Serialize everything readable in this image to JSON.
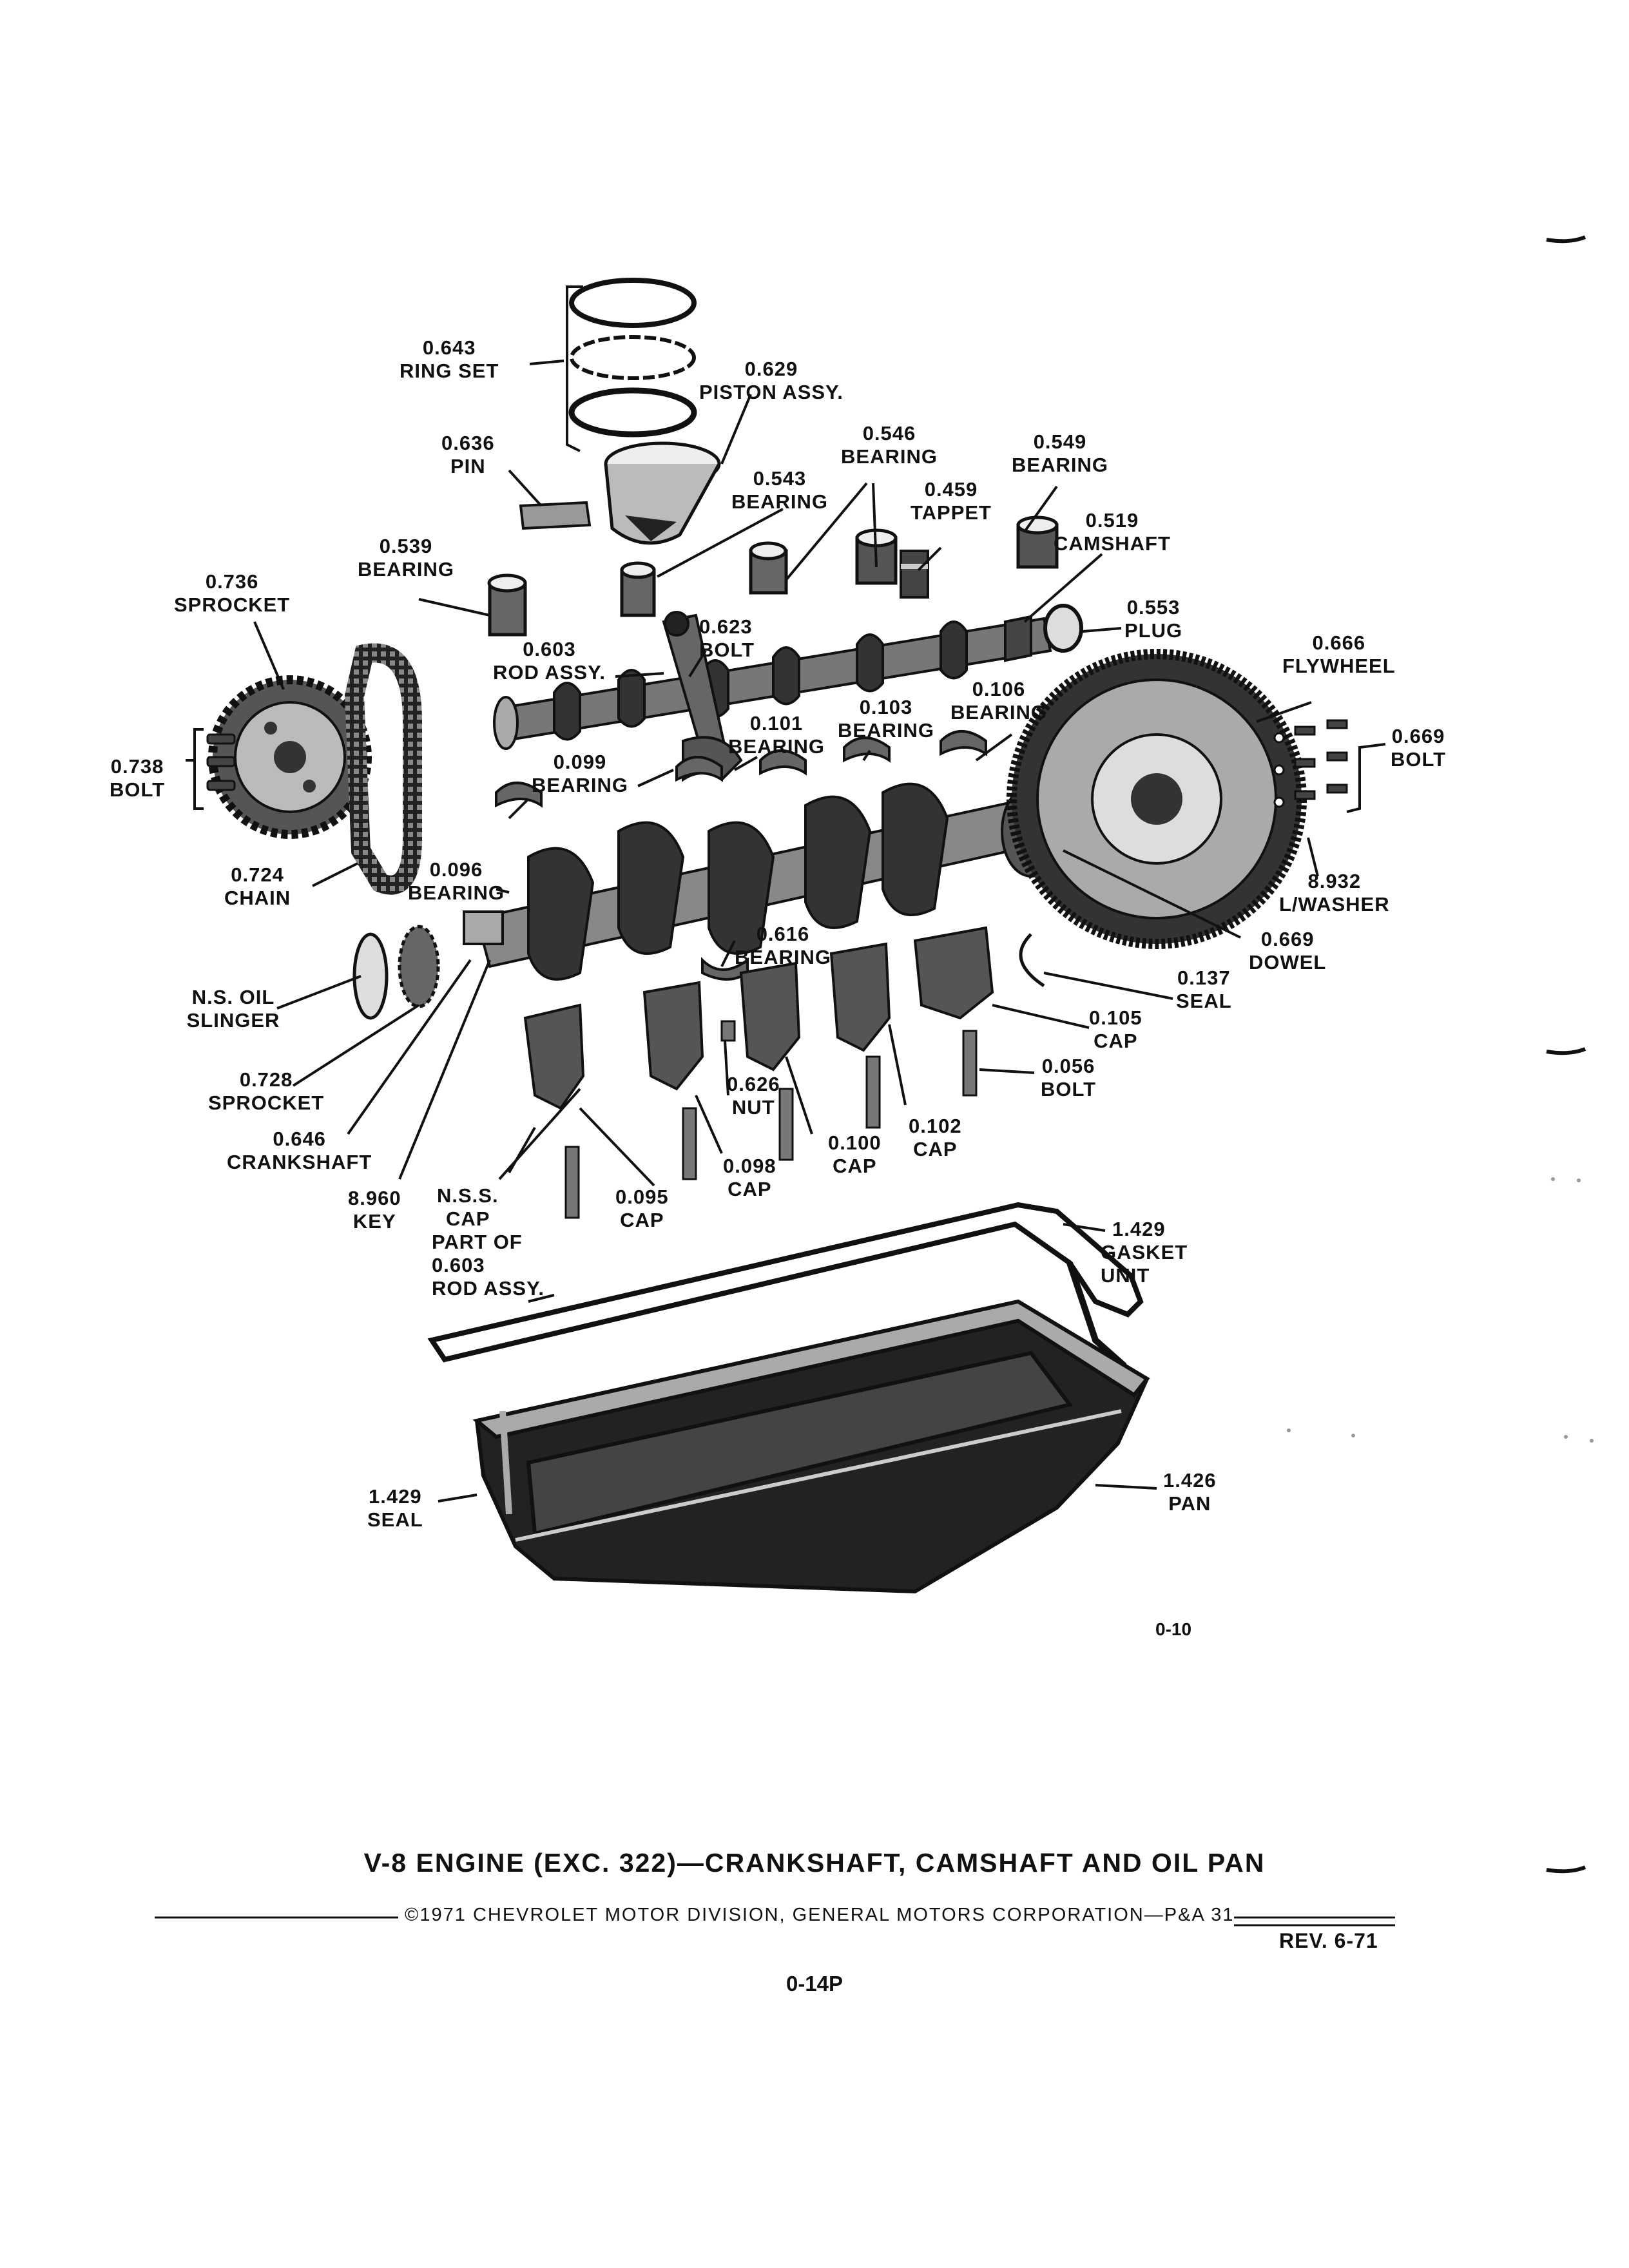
{
  "figure_id": "0-10",
  "title": "V-8 ENGINE (EXC. 322)—CRANKSHAFT, CAMSHAFT AND OIL PAN",
  "copyright": "©1971 CHEVROLET MOTOR DIVISION, GENERAL MOTORS CORPORATION—P&A 31",
  "revision": "REV. 6-71",
  "page_number": "0-14P",
  "parts": {
    "ring_set": {
      "number": "0.643",
      "name": "RING SET"
    },
    "piston_assy": {
      "number": "0.629",
      "name": "PISTON ASSY."
    },
    "pin": {
      "number": "0.636",
      "name": "PIN"
    },
    "bearing_546": {
      "number": "0.546",
      "name": "BEARING"
    },
    "bearing_549": {
      "number": "0.549",
      "name": "BEARING"
    },
    "bearing_543": {
      "number": "0.543",
      "name": "BEARING"
    },
    "tappet": {
      "number": "0.459",
      "name": "TAPPET"
    },
    "camshaft": {
      "number": "0.519",
      "name": "CAMSHAFT"
    },
    "bearing_539": {
      "number": "0.539",
      "name": "BEARING"
    },
    "sprocket_736": {
      "number": "0.736",
      "name": "SPROCKET"
    },
    "bolt_623": {
      "number": "0.623",
      "name": "BOLT"
    },
    "plug": {
      "number": "0.553",
      "name": "PLUG"
    },
    "rod_assy": {
      "number": "0.603",
      "name": "ROD ASSY."
    },
    "flywheel": {
      "number": "0.666",
      "name": "FLYWHEEL"
    },
    "bearing_106": {
      "number": "0.106",
      "name": "BEARING"
    },
    "bearing_101": {
      "number": "0.101",
      "name": "BEARING"
    },
    "bearing_103": {
      "number": "0.103",
      "name": "BEARING"
    },
    "bolt_669": {
      "number": "0.669",
      "name": "BOLT"
    },
    "bolt_738": {
      "number": "0.738",
      "name": "BOLT"
    },
    "bearing_099": {
      "number": "0.099",
      "name": "BEARING"
    },
    "chain": {
      "number": "0.724",
      "name": "CHAIN"
    },
    "bearing_096": {
      "number": "0.096",
      "name": "BEARING"
    },
    "lwasher": {
      "number": "8.932",
      "name": "L/WASHER"
    },
    "bearing_616": {
      "number": "0.616",
      "name": "BEARING"
    },
    "dowel": {
      "number": "0.669",
      "name": "DOWEL"
    },
    "oil_slinger": {
      "number": "",
      "name": "N.S. OIL SLINGER"
    },
    "seal_137": {
      "number": "0.137",
      "name": "SEAL"
    },
    "cap_105": {
      "number": "0.105",
      "name": "CAP"
    },
    "sprocket_728": {
      "number": "0.728",
      "name": "SPROCKET"
    },
    "bolt_056": {
      "number": "0.056",
      "name": "BOLT"
    },
    "nut": {
      "number": "0.626",
      "name": "NUT"
    },
    "crankshaft": {
      "number": "0.646",
      "name": "CRANKSHAFT"
    },
    "cap_102": {
      "number": "0.102",
      "name": "CAP"
    },
    "cap_100": {
      "number": "0.100",
      "name": "CAP"
    },
    "cap_098": {
      "number": "0.098",
      "name": "CAP"
    },
    "key": {
      "number": "8.960",
      "name": "KEY"
    },
    "nss_cap": {
      "line1": "N.S.S.",
      "line2": "CAP",
      "line3": "PART OF",
      "line4": "0.603",
      "line5": "ROD ASSY."
    },
    "cap_095": {
      "number": "0.095",
      "name": "CAP"
    },
    "gasket_unit": {
      "number": "1.429",
      "line2": "GASKET",
      "line3": "UNIT"
    },
    "seal_1429": {
      "number": "1.429",
      "name": "SEAL"
    },
    "pan": {
      "number": "1.426",
      "name": "PAN"
    }
  }
}
